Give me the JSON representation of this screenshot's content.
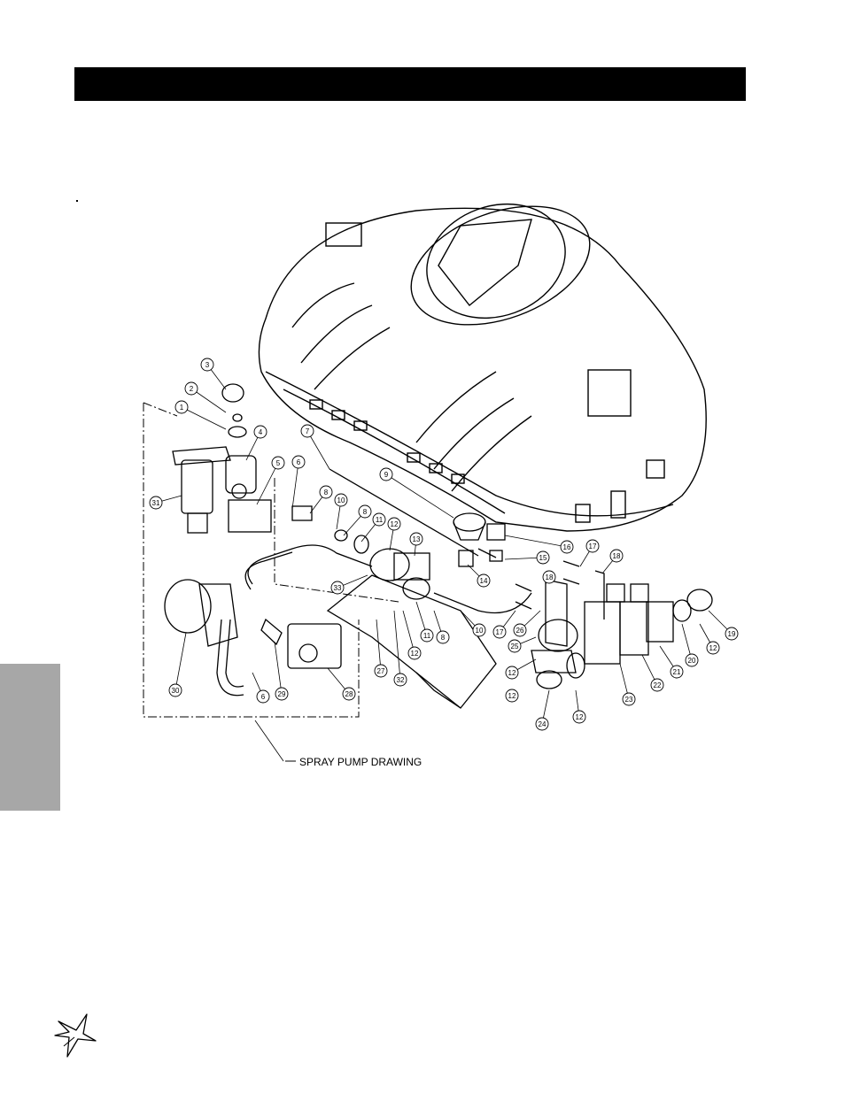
{
  "diagram": {
    "caption": "SPRAY PUMP DRAWING",
    "callouts": [
      "1",
      "2",
      "3",
      "4",
      "5",
      "6",
      "6",
      "7",
      "8",
      "8",
      "8",
      "9",
      "10",
      "10",
      "11",
      "11",
      "12",
      "12",
      "12",
      "12",
      "12",
      "12",
      "13",
      "14",
      "15",
      "16",
      "17",
      "17",
      "18",
      "18",
      "19",
      "20",
      "21",
      "22",
      "23",
      "24",
      "25",
      "26",
      "27",
      "28",
      "29",
      "30",
      "31",
      "32",
      "33"
    ]
  },
  "colors": {
    "header_bar": "#000000",
    "side_tab": "#a7a7a7",
    "line": "#000000"
  }
}
